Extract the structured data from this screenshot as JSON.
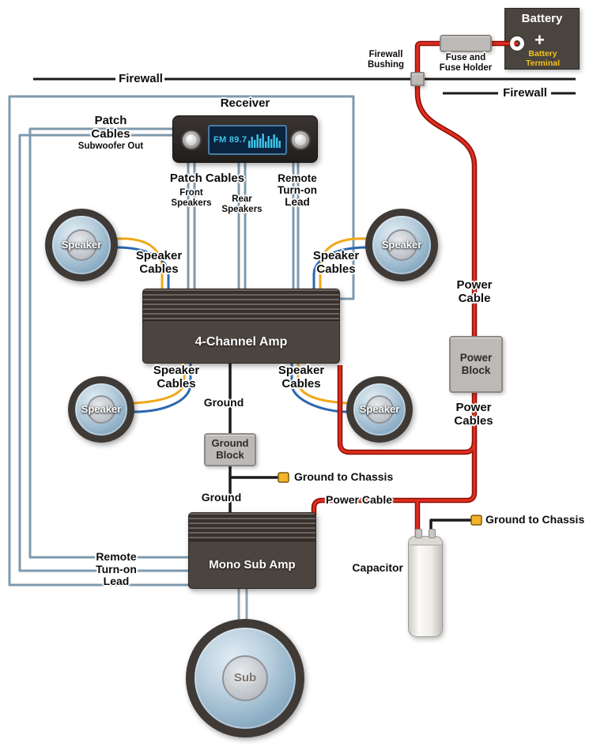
{
  "colors": {
    "power_cable_red": "#cf1d11",
    "speaker_cable_orange": "#f2a71b",
    "speaker_cable_blue": "#2a67b0",
    "patch_cable_blue_gray": "#7e99ad",
    "ground_black": "#1a1a1a",
    "connector_yellow": "#f3b229",
    "amp_body_gray": "#4c443f",
    "block_gray": "#bdb9b6",
    "battery_label_yellow": "#f2c31c",
    "display_cyan": "#3ec6ea"
  },
  "firewall": {
    "left_label": "Firewall",
    "right_label": "Firewall"
  },
  "battery": {
    "title": "Battery",
    "plus": "+",
    "terminal_line1": "Battery",
    "terminal_line2": "Terminal"
  },
  "fuse": {
    "line1": "Fuse and",
    "line2": "Fuse Holder"
  },
  "bushing": {
    "line1": "Firewall",
    "line2": "Bushing"
  },
  "receiver": {
    "title": "Receiver",
    "display_text": "FM 89.7"
  },
  "patch_subwoofer": {
    "line1": "Patch",
    "line2": "Cables",
    "line3": "Subwoofer Out"
  },
  "patch_main": {
    "title": "Patch Cables",
    "front_line1": "Front",
    "front_line2": "Speakers",
    "rear_line1": "Rear",
    "rear_line2": "Speakers"
  },
  "remote_top": {
    "line1": "Remote",
    "line2": "Turn-on",
    "line3": "Lead"
  },
  "remote_bottom": {
    "line1": "Remote",
    "line2": "Turn-on",
    "line3": "Lead"
  },
  "speaker_label": "Speaker",
  "speaker_cables_label": {
    "line1": "Speaker",
    "line2": "Cables"
  },
  "amp_4channel": {
    "label": "4-Channel Amp"
  },
  "amp_mono": {
    "label": "Mono Sub Amp"
  },
  "sub_label": "Sub",
  "power": {
    "cable_top_line1": "Power",
    "cable_top_line2": "Cable",
    "block_line1": "Power",
    "block_line2": "Block",
    "cables_line1": "Power",
    "cables_line2": "Cables",
    "cable_bottom": "Power Cable"
  },
  "ground": {
    "upper": "Ground",
    "block_line1": "Ground",
    "block_line2": "Block",
    "chassis_upper": "Ground to Chassis",
    "lower": "Ground",
    "chassis_lower": "Ground to Chassis"
  },
  "capacitor_label": "Capacitor"
}
